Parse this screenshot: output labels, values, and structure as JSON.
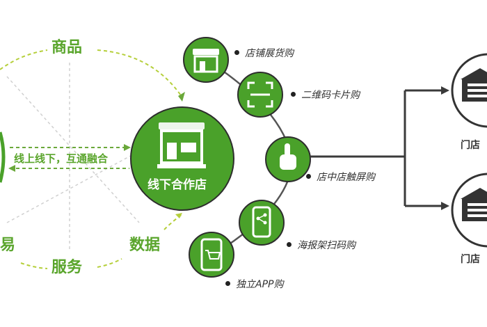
{
  "left_ring": {
    "top_label": "商品",
    "bottom_label": "服务",
    "right_label": "数据",
    "left_label": "易",
    "center_text": "线上线下，互通融合"
  },
  "hub": {
    "label": "线下合作店"
  },
  "channels": [
    {
      "label": "店铺展货购",
      "icon": "storefront-icon"
    },
    {
      "label": "二维码卡片购",
      "icon": "qr-scan-icon"
    },
    {
      "label": "店中店触屏购",
      "icon": "touch-hand-icon"
    },
    {
      "label": "海报架扫码购",
      "icon": "phone-share-icon"
    },
    {
      "label": "独立APP购",
      "icon": "phone-cart-icon"
    }
  ],
  "stores": [
    {
      "label": "门店"
    },
    {
      "label": "门店"
    }
  ],
  "colors": {
    "green": "#5aa52c",
    "hub_green": "#4aa12a",
    "line": "#3a3a3a",
    "dashed": "#b5cf3a"
  }
}
